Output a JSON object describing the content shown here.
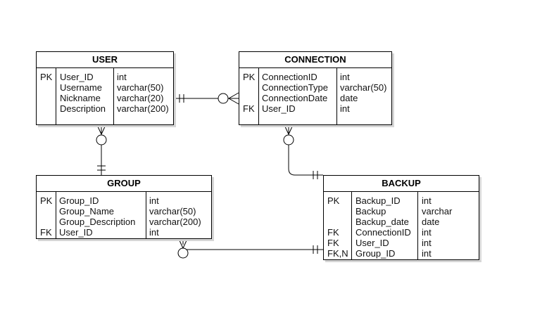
{
  "entities": {
    "user": {
      "name": "USER",
      "rows": [
        {
          "key": "PK",
          "field": "User_ID",
          "type": "int"
        },
        {
          "key": "",
          "field": "Username",
          "type": "varchar(50)"
        },
        {
          "key": "",
          "field": "Nickname",
          "type": "varchar(20)"
        },
        {
          "key": "",
          "field": "Description",
          "type": "varchar(200)"
        }
      ]
    },
    "connection": {
      "name": "CONNECTION",
      "rows": [
        {
          "key": "PK",
          "field": "ConnectionID",
          "type": "int"
        },
        {
          "key": "",
          "field": "ConnectionType",
          "type": "varchar(50)"
        },
        {
          "key": "",
          "field": "ConnectionDate",
          "type": "date"
        },
        {
          "key": "FK",
          "field": "User_ID",
          "type": "int"
        }
      ]
    },
    "group": {
      "name": "GROUP",
      "rows": [
        {
          "key": "PK",
          "field": "Group_ID",
          "type": "int"
        },
        {
          "key": "",
          "field": "Group_Name",
          "type": "varchar(50)"
        },
        {
          "key": "",
          "field": "Group_Description",
          "type": "varchar(200)"
        },
        {
          "key": "FK",
          "field": "User_ID",
          "type": "int"
        }
      ]
    },
    "backup": {
      "name": "BACKUP",
      "rows": [
        {
          "key": "PK",
          "field": "Backup_ID",
          "type": "int"
        },
        {
          "key": "",
          "field": "Backup",
          "type": "varchar"
        },
        {
          "key": "",
          "field": "Backup_date",
          "type": "date"
        },
        {
          "key": "FK",
          "field": "ConnectionID",
          "type": "int"
        },
        {
          "key": "FK",
          "field": "User_ID",
          "type": "int"
        },
        {
          "key": "FK,N",
          "field": "Group_ID",
          "type": "int"
        }
      ]
    }
  },
  "relationships": [
    {
      "from": "user",
      "from_card": "one-mandatory",
      "to": "connection",
      "to_card": "zero-or-many"
    },
    {
      "from": "user",
      "from_card": "zero-or-many",
      "to": "group",
      "to_card": "one-mandatory"
    },
    {
      "from": "connection",
      "from_card": "zero-or-many",
      "to": "backup",
      "to_card": "one-mandatory"
    },
    {
      "from": "group",
      "from_card": "zero-or-many",
      "to": "backup",
      "to_card": "one-mandatory"
    }
  ]
}
